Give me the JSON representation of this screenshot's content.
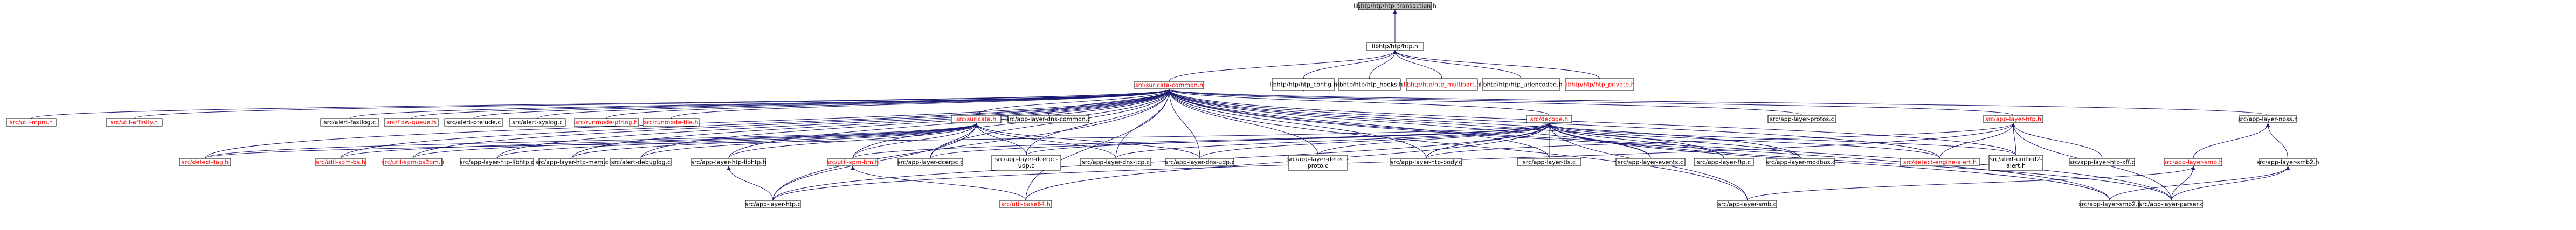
{
  "colors": {
    "node_fill": "#ffffff",
    "node_border": "#000000",
    "root_fill": "#bfbfbf",
    "edge": "#191970",
    "label_black": "#000000",
    "label_red": "#ff0000"
  },
  "nodes": [
    {
      "id": "n0",
      "label": "libhtp/htp/htp_transaction.h",
      "color": "black",
      "root": true
    },
    {
      "id": "n1",
      "label": "libhtp/htp/htp.h",
      "color": "black"
    },
    {
      "id": "n2",
      "label": "src/suricata-common.h",
      "color": "red"
    },
    {
      "id": "n3",
      "label": "libhtp/htp/htp_config.h",
      "color": "black"
    },
    {
      "id": "n4",
      "label": "libhtp/htp/htp_hooks.h",
      "color": "black"
    },
    {
      "id": "n5",
      "label": "libhtp/htp/htp_multipart.h",
      "color": "red"
    },
    {
      "id": "n6",
      "label": "libhtp/htp/htp_urlencoded.h",
      "color": "black"
    },
    {
      "id": "n7",
      "label": "libhtp/htp/htp_private.h",
      "color": "red"
    },
    {
      "id": "r1",
      "label": "src/util-mpm.h",
      "color": "red"
    },
    {
      "id": "r2",
      "label": "src/util-affinity.h",
      "color": "red"
    },
    {
      "id": "r3",
      "label": "src/alert-fastlog.c",
      "color": "black"
    },
    {
      "id": "r4",
      "label": "src/flow-queue.h",
      "color": "red"
    },
    {
      "id": "r5",
      "label": "src/alert-prelude.c",
      "color": "black"
    },
    {
      "id": "r6",
      "label": "src/alert-syslog.c",
      "color": "black"
    },
    {
      "id": "r7",
      "label": "src/runmode-pfring.h",
      "color": "red"
    },
    {
      "id": "r8",
      "label": "src/runmode-tile.h",
      "color": "red"
    },
    {
      "id": "r9",
      "label": "src/suricata.h",
      "color": "red"
    },
    {
      "id": "r10",
      "label": "src/app-layer-dns-common.c",
      "color": "black"
    },
    {
      "id": "r11",
      "label": "src/decode.h",
      "color": "red"
    },
    {
      "id": "r12",
      "label": "src/app-layer-protos.c",
      "color": "black"
    },
    {
      "id": "r13",
      "label": "src/app-layer-htp.h",
      "color": "red"
    },
    {
      "id": "r14",
      "label": "src/app-layer-nbss.h",
      "color": "black"
    },
    {
      "id": "s1",
      "label": "src/detect-tag.h",
      "color": "red"
    },
    {
      "id": "s2",
      "label": "src/util-spm-bs.h",
      "color": "red"
    },
    {
      "id": "s3",
      "label": "src/util-spm-bs2bm.h",
      "color": "red"
    },
    {
      "id": "s4",
      "label": "src/app-layer-htp-libhtp.c",
      "color": "black"
    },
    {
      "id": "s5",
      "label": "src/app-layer-htp-mem.c",
      "color": "black"
    },
    {
      "id": "s6",
      "label": "src/alert-debuglog.c",
      "color": "black"
    },
    {
      "id": "s7",
      "label": "src/app-layer-htp-libhtp.h",
      "color": "black"
    },
    {
      "id": "s8",
      "label": "src/util-spm-bm.h",
      "color": "red"
    },
    {
      "id": "s9",
      "label": "src/app-layer-dcerpc.c",
      "color": "black"
    },
    {
      "id": "s10",
      "label": "src/app-layer-dcerpc-udp.c",
      "color": "black"
    },
    {
      "id": "s11",
      "label": "src/app-layer-dns-tcp.c",
      "color": "black"
    },
    {
      "id": "s12",
      "label": "src/app-layer-dns-udp.c",
      "color": "black"
    },
    {
      "id": "s13",
      "label": "src/app-layer-detect-proto.c",
      "color": "black"
    },
    {
      "id": "s14",
      "label": "src/app-layer-htp-body.c",
      "color": "black"
    },
    {
      "id": "s15",
      "label": "src/app-layer-tls.c",
      "color": "black"
    },
    {
      "id": "s16",
      "label": "src/app-layer-events.c",
      "color": "black"
    },
    {
      "id": "s17",
      "label": "src/app-layer-ftp.c",
      "color": "black"
    },
    {
      "id": "s18",
      "label": "src/app-layer-modbus.c",
      "color": "black"
    },
    {
      "id": "s19",
      "label": "src/detect-engine-alert.h",
      "color": "red"
    },
    {
      "id": "s20",
      "label": "src/alert-unified2-alert.h",
      "color": "black"
    },
    {
      "id": "s21",
      "label": "src/app-layer-htp-xff.c",
      "color": "black"
    },
    {
      "id": "s22",
      "label": "src/app-layer-smb.h",
      "color": "red"
    },
    {
      "id": "s23",
      "label": "src/app-layer-smb2.h",
      "color": "black"
    },
    {
      "id": "t1",
      "label": "src/app-layer-htp.c",
      "color": "black"
    },
    {
      "id": "t2",
      "label": "src/util-base64.h",
      "color": "red"
    },
    {
      "id": "t3",
      "label": "src/app-layer-smb.c",
      "color": "black"
    },
    {
      "id": "t4",
      "label": "src/app-layer-smb2.c",
      "color": "black"
    },
    {
      "id": "t5",
      "label": "src/app-layer-parser.c",
      "color": "black"
    }
  ],
  "edges": [
    [
      "n1",
      "n0"
    ],
    [
      "n2",
      "n1"
    ],
    [
      "n3",
      "n1"
    ],
    [
      "n4",
      "n1"
    ],
    [
      "n5",
      "n1"
    ],
    [
      "n6",
      "n1"
    ],
    [
      "n7",
      "n1"
    ],
    [
      "n4",
      "n3"
    ],
    [
      "r1",
      "n2"
    ],
    [
      "r2",
      "n2"
    ],
    [
      "r3",
      "n2"
    ],
    [
      "r4",
      "n2"
    ],
    [
      "r5",
      "n2"
    ],
    [
      "r6",
      "n2"
    ],
    [
      "r7",
      "n2"
    ],
    [
      "r8",
      "n2"
    ],
    [
      "r9",
      "n2"
    ],
    [
      "r10",
      "n2"
    ],
    [
      "r11",
      "n2"
    ],
    [
      "r12",
      "n2"
    ],
    [
      "r13",
      "n2"
    ],
    [
      "r14",
      "n2"
    ],
    [
      "s1",
      "n2"
    ],
    [
      "s2",
      "n2"
    ],
    [
      "s3",
      "n2"
    ],
    [
      "s4",
      "n2"
    ],
    [
      "s5",
      "n2"
    ],
    [
      "s6",
      "n2"
    ],
    [
      "s7",
      "n2"
    ],
    [
      "s8",
      "n2"
    ],
    [
      "s9",
      "n2"
    ],
    [
      "s10",
      "n2"
    ],
    [
      "s11",
      "n2"
    ],
    [
      "s12",
      "n2"
    ],
    [
      "s13",
      "n2"
    ],
    [
      "s14",
      "n2"
    ],
    [
      "s15",
      "n2"
    ],
    [
      "s16",
      "n2"
    ],
    [
      "s17",
      "n2"
    ],
    [
      "s18",
      "n2"
    ],
    [
      "s19",
      "n2"
    ],
    [
      "s20",
      "n2"
    ],
    [
      "t1",
      "n2"
    ],
    [
      "t2",
      "n2"
    ],
    [
      "t3",
      "n2"
    ],
    [
      "t4",
      "n2"
    ],
    [
      "t5",
      "n2"
    ],
    [
      "s1",
      "r9"
    ],
    [
      "s2",
      "r9"
    ],
    [
      "s3",
      "r9"
    ],
    [
      "s4",
      "r9"
    ],
    [
      "s5",
      "r9"
    ],
    [
      "s6",
      "r9"
    ],
    [
      "s7",
      "r9"
    ],
    [
      "s8",
      "r9"
    ],
    [
      "s9",
      "r9"
    ],
    [
      "s10",
      "r9"
    ],
    [
      "s11",
      "r9"
    ],
    [
      "s12",
      "r9"
    ],
    [
      "t1",
      "r9"
    ],
    [
      "s1",
      "r11"
    ],
    [
      "s8",
      "r11"
    ],
    [
      "s9",
      "r11"
    ],
    [
      "s10",
      "r11"
    ],
    [
      "s11",
      "r11"
    ],
    [
      "s12",
      "r11"
    ],
    [
      "s13",
      "r11"
    ],
    [
      "s14",
      "r11"
    ],
    [
      "s15",
      "r11"
    ],
    [
      "s16",
      "r11"
    ],
    [
      "s17",
      "r11"
    ],
    [
      "s18",
      "r11"
    ],
    [
      "s19",
      "r11"
    ],
    [
      "s20",
      "r11"
    ],
    [
      "t1",
      "r11"
    ],
    [
      "t2",
      "r11"
    ],
    [
      "t3",
      "r11"
    ],
    [
      "t4",
      "r11"
    ],
    [
      "t5",
      "r11"
    ],
    [
      "s14",
      "r13"
    ],
    [
      "s19",
      "r13"
    ],
    [
      "s20",
      "r13"
    ],
    [
      "s21",
      "r13"
    ],
    [
      "t1",
      "r13"
    ],
    [
      "t5",
      "r13"
    ],
    [
      "s22",
      "r14"
    ],
    [
      "s23",
      "r14"
    ],
    [
      "t3",
      "s22"
    ],
    [
      "t5",
      "s22"
    ],
    [
      "t4",
      "s23"
    ],
    [
      "t5",
      "s23"
    ],
    [
      "t1",
      "s7"
    ],
    [
      "t2",
      "s8"
    ]
  ]
}
